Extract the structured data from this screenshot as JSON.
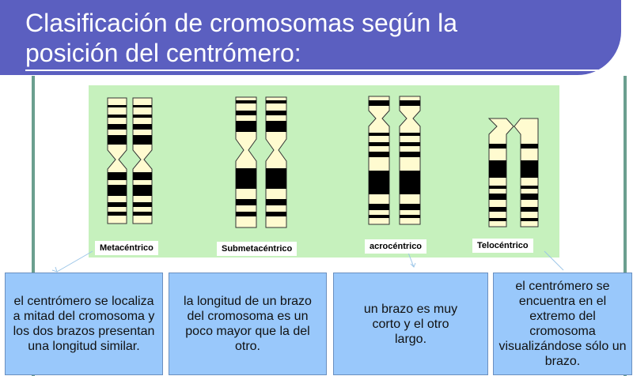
{
  "title": {
    "line1": "Clasificación de cromosomas según la",
    "line2": "posición del centrómero:"
  },
  "labels": {
    "metacentrico": "Metacéntrico",
    "submetacentrico": "Submetacéntrico",
    "acrocentrico": "acrocéntrico",
    "telocentrico": "Telocéntrico"
  },
  "descriptions": {
    "metacentrico": "el centrómero se localiza a mitad del cromosoma y los dos brazos presentan una longitud similar.",
    "submetacentrico": "la longitud de un brazo del cromosoma es un poco mayor que la del otro.",
    "acrocentrico": "un brazo es muy corto y el otro largo.",
    "telocentrico": "el centrómero se encuentra en el extremo del cromosoma visualizándose sólo un brazo."
  },
  "colors": {
    "title_bg": "#5b5fc0",
    "diagram_bg": "#c6f1bd",
    "box_bg": "#99c8fb",
    "chromatid": "#fffbd0",
    "band": "#000000"
  }
}
